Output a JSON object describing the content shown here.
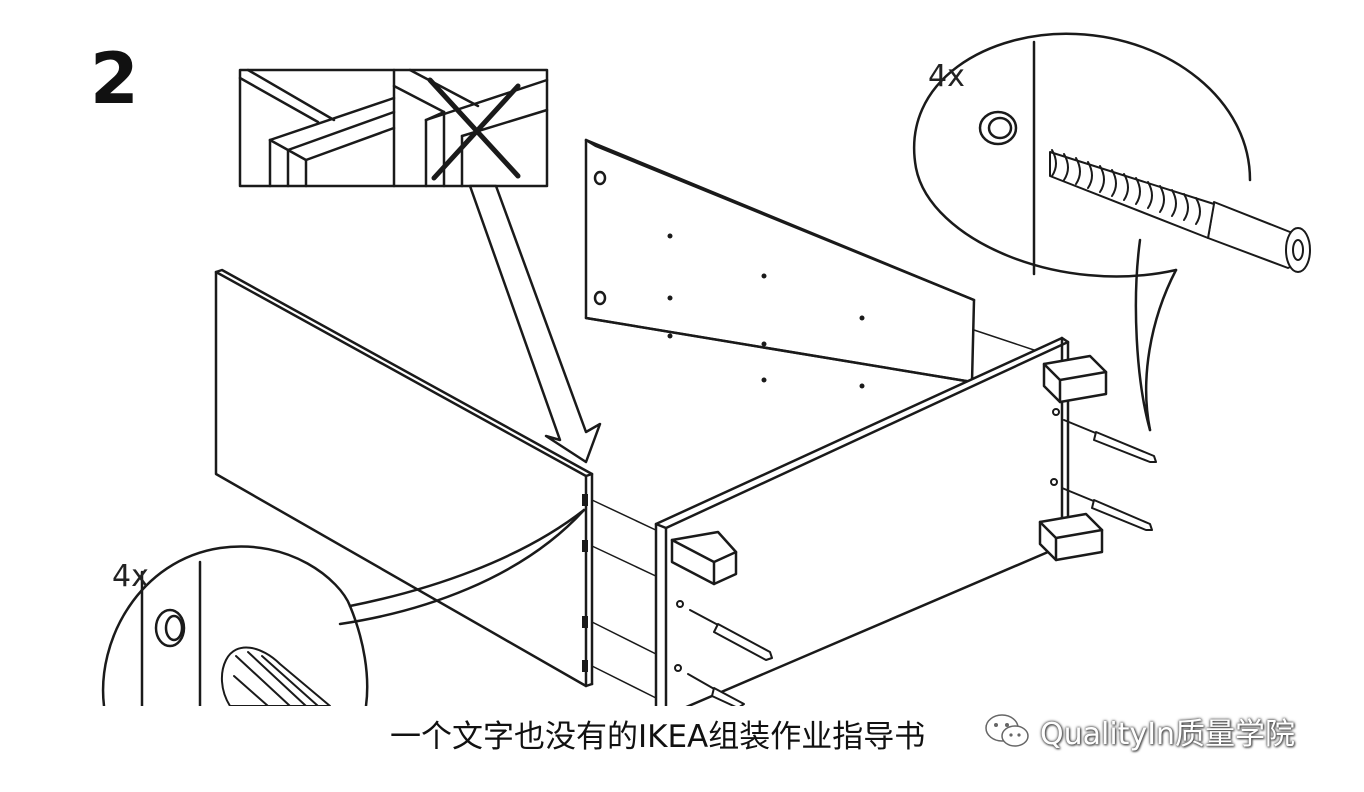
{
  "step": {
    "number": "2"
  },
  "callouts": {
    "top_right_quantity": "4x",
    "bottom_left_quantity": "4x"
  },
  "caption": {
    "text": "一个文字也没有的IKEA组装作业指导书"
  },
  "watermark": {
    "icon": "wechat-icon",
    "text": "QualityIn质量学院"
  },
  "colors": {
    "line": "#1a1a1a",
    "background": "#ffffff"
  }
}
